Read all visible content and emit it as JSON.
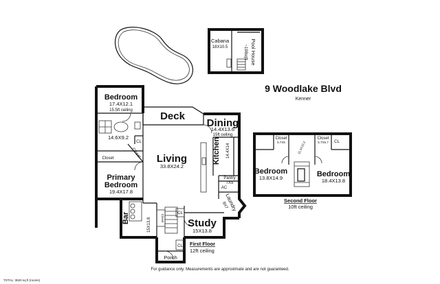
{
  "address": {
    "street": "9 Woodlake Blvd",
    "city": "Kenner"
  },
  "first_floor": {
    "label": "First Floor",
    "ceiling": "12ft ceiling",
    "rooms": {
      "bedroom": {
        "name": "Bedroom",
        "dims": "17.4X12.1",
        "note": "15.5ft ceiling"
      },
      "deck": {
        "name": "Deck"
      },
      "dining": {
        "name": "Dining",
        "dims": "14.4X13.6",
        "note": "15ft ceiling"
      },
      "bath": {
        "dims": "14.6X9.2"
      },
      "cl_bath": {
        "name": "CL"
      },
      "closet_a": {
        "name": "Closet"
      },
      "closet_b": {
        "name": "Closet"
      },
      "living": {
        "name": "Living",
        "dims": "33.8X24.2"
      },
      "kitchen": {
        "name": "Kitchen",
        "dims": "14.4X14"
      },
      "primary_bedroom": {
        "name": "Primary Bedroom",
        "line1": "Primary",
        "line2": "Bedroom",
        "dims": "19.4X17.8"
      },
      "pantry": {
        "name": "Pantry",
        "dims": "7X5"
      },
      "ac": {
        "name": "AC"
      },
      "laundry": {
        "name": "Laundry",
        "dims": "8X7"
      },
      "bar": {
        "name": "Bar"
      },
      "hall": {
        "dims": "15X13.8"
      },
      "closet_hall": {
        "name": "Closet"
      },
      "cl_hall": {
        "name": "CL"
      },
      "study": {
        "name": "Study",
        "dims": "15X13.8"
      },
      "porch": {
        "name": "Porch"
      },
      "cl_porch": {
        "name": "CL"
      }
    }
  },
  "outbuildings": {
    "cabana": {
      "name": "Cabana",
      "dims": "18X10.5"
    },
    "pool_house": {
      "name": "Pool House",
      "area": "~198sqft"
    }
  },
  "second_floor": {
    "label": "Second Floor",
    "ceiling": "10ft ceiling",
    "rooms": {
      "bedroom_left": {
        "name": "Bedroom",
        "dims": "13.8X14.9"
      },
      "bedroom_right": {
        "name": "Bedroom",
        "dims": "18.4X13.8"
      },
      "closet_left": {
        "name": "Closet",
        "dims": "5.7X5"
      },
      "closet_right": {
        "name": "Closet",
        "dims": "5.7X5.7"
      },
      "hall": {
        "dims": "11.3X10.2"
      },
      "cl": {
        "name": "CL"
      }
    }
  },
  "footer": {
    "disclaimer": "For guidance only. Measurements are approximate and are not guaranteed.",
    "total": "TOTAL: 3620 sq ft (rooms)"
  }
}
